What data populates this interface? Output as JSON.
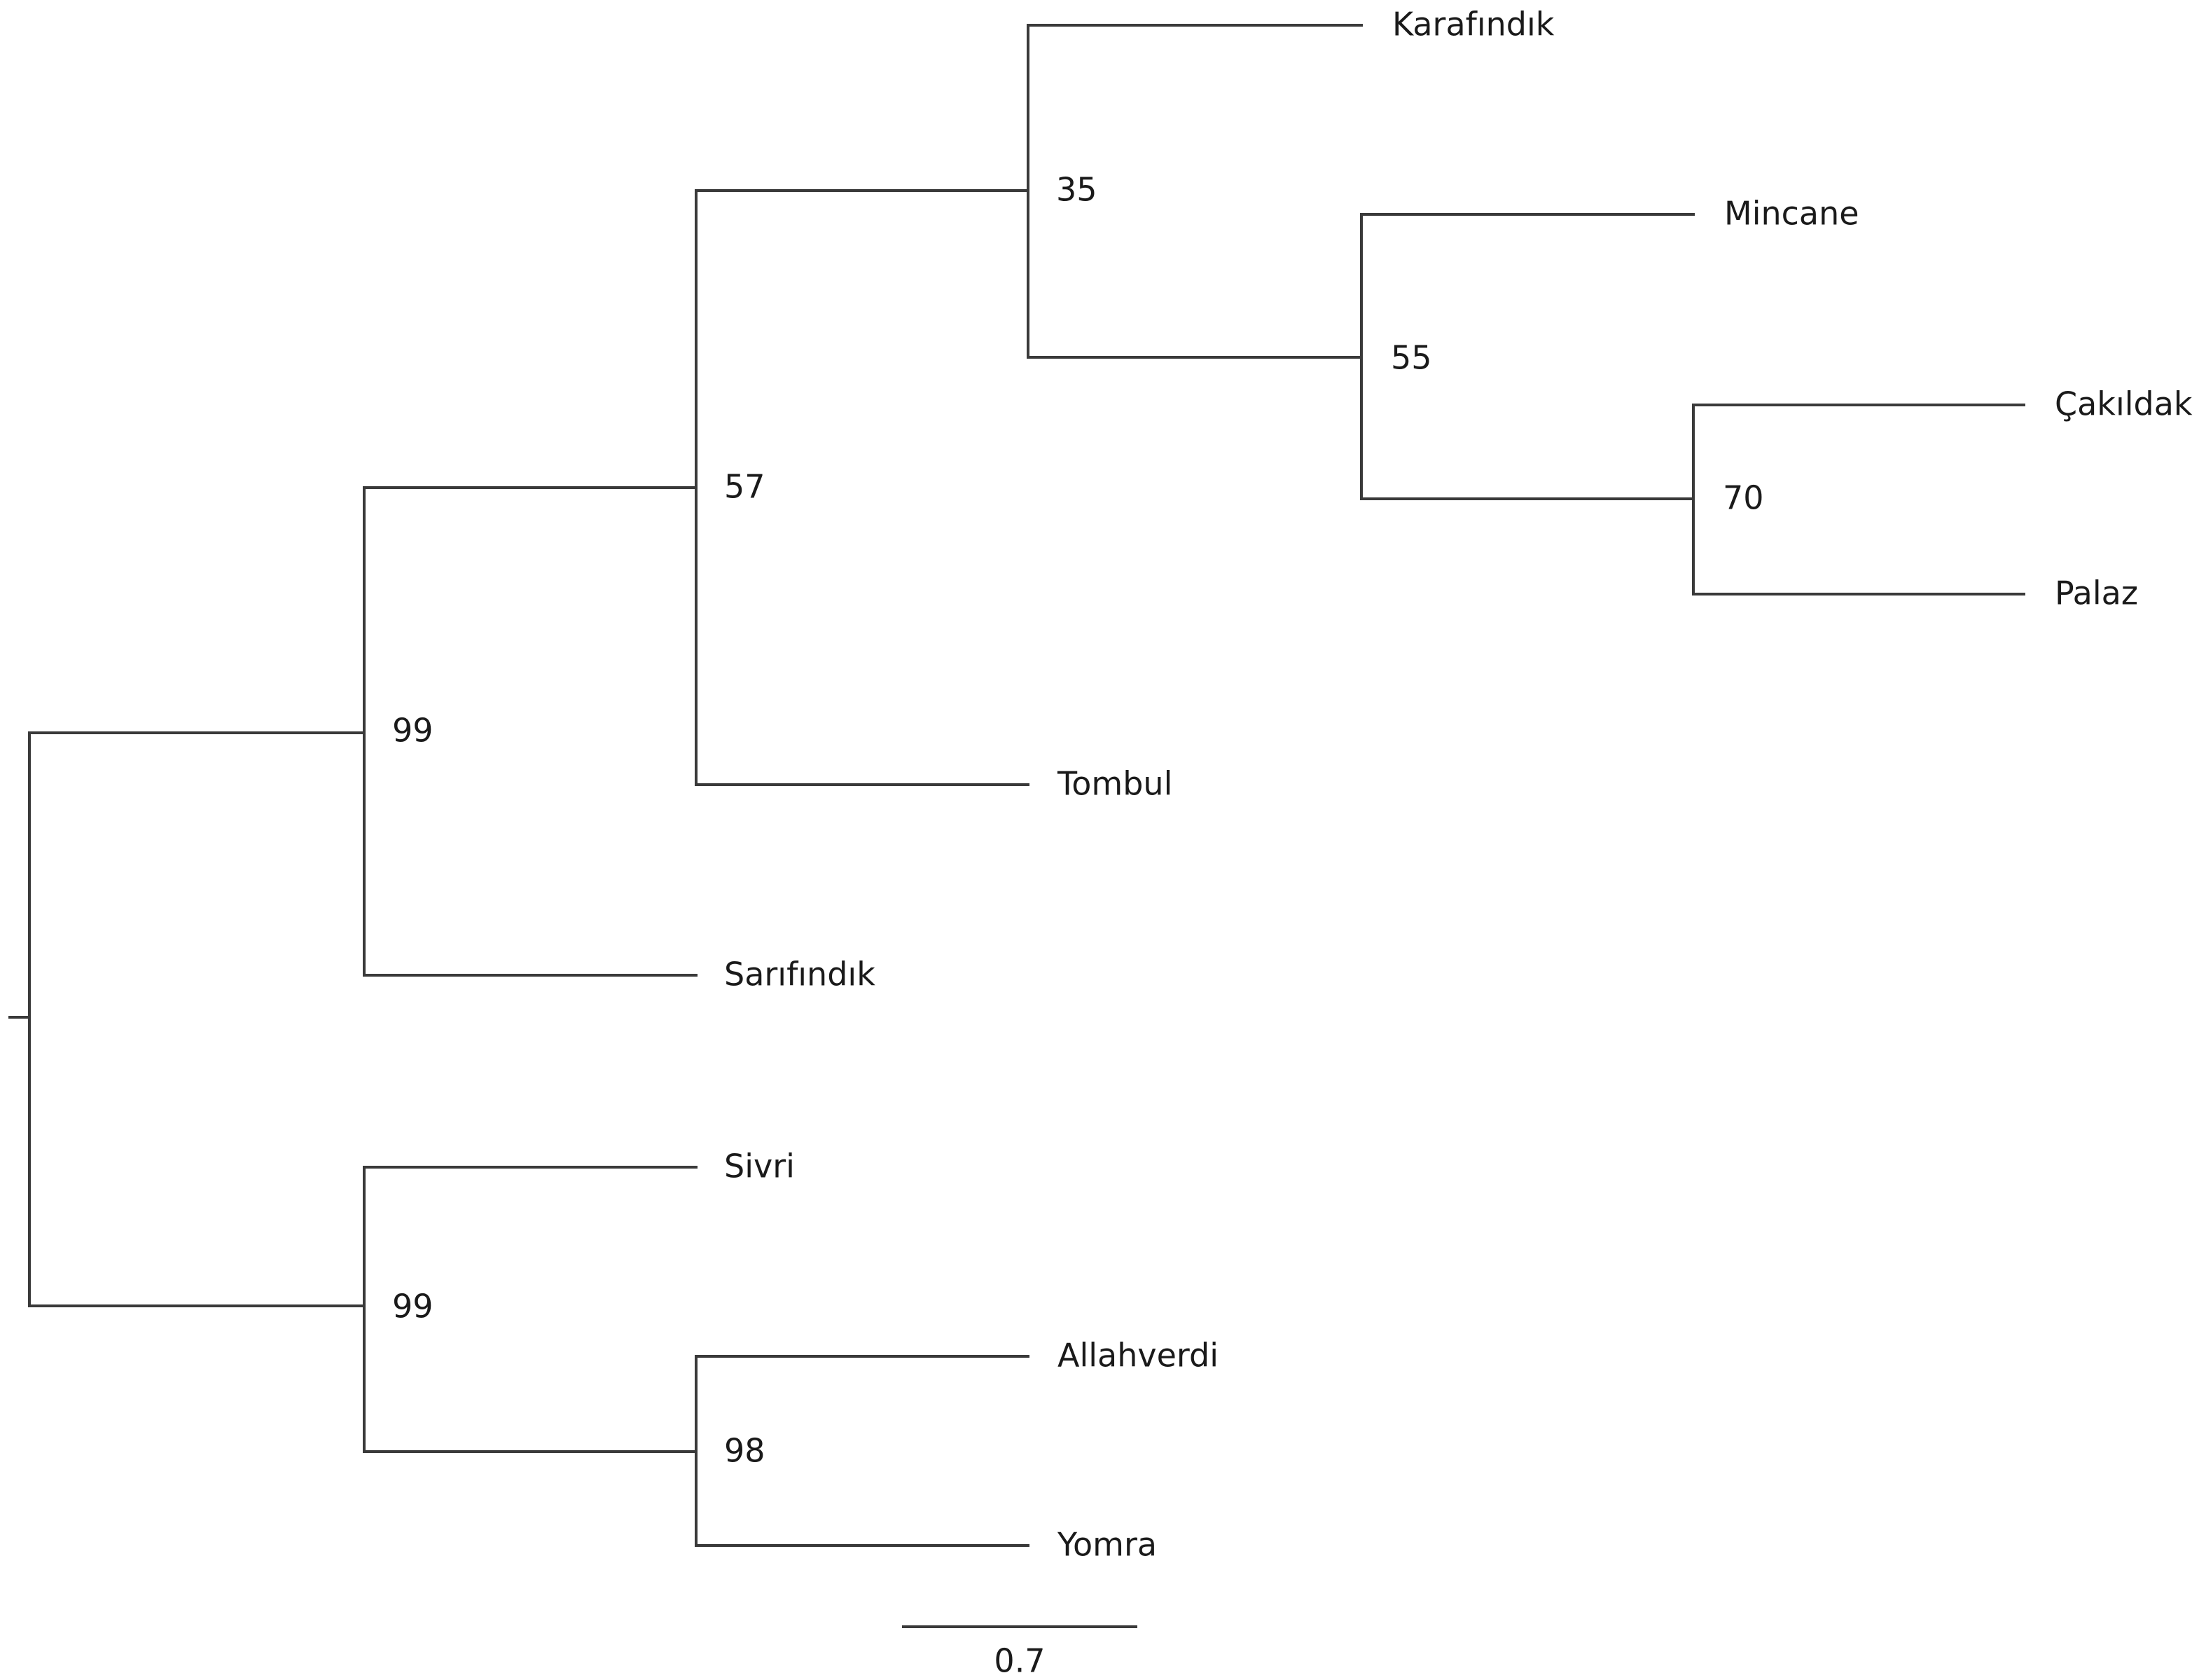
{
  "tree": {
    "taxa": [
      "Karafındık",
      "Mincane",
      "Çakıldak",
      "Palaz",
      "Tombul",
      "Sarıfındık",
      "Sivri",
      "Allahverdi",
      "Yomra"
    ],
    "support_values": {
      "karafindik_mincane_cakildak_palaz": "35",
      "mincane_cakildak_palaz": "55",
      "cakildak_palaz": "70",
      "karafindik_to_tombul": "57",
      "karafindik_to_sarifindik": "99",
      "sivri_allahverdi_yomra": "99",
      "allahverdi_yomra": "98"
    },
    "scale_bar": {
      "label": "0.7",
      "value": 0.7
    },
    "line_color": "#3a3a3a",
    "text_color": "#1a1a1a"
  }
}
